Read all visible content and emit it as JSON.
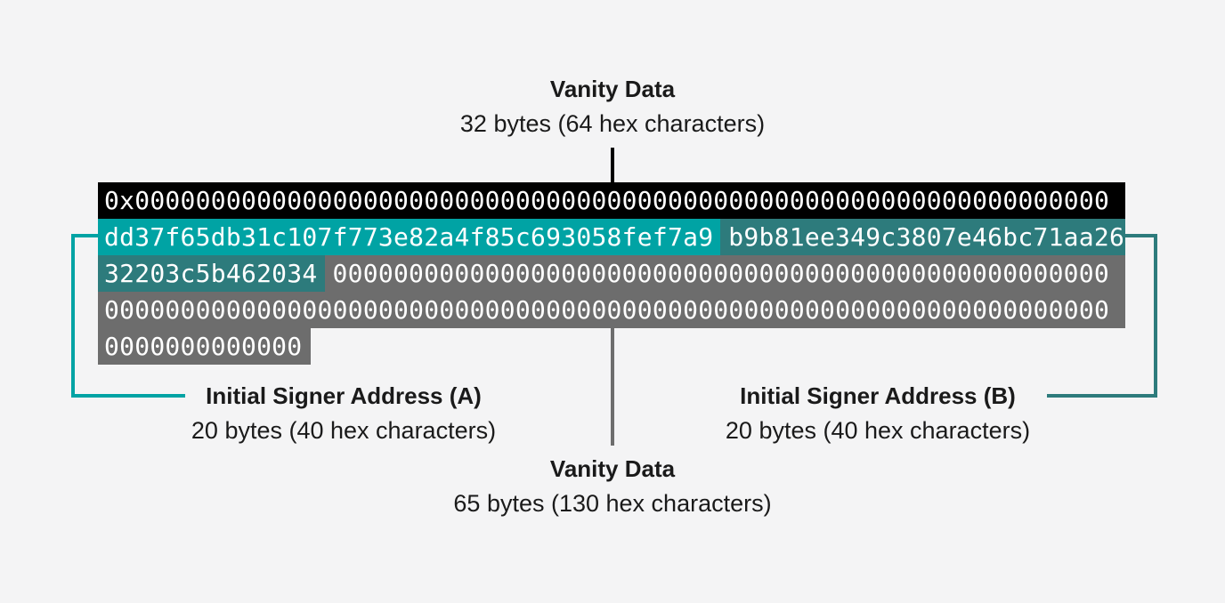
{
  "colors": {
    "background": "#f4f4f5",
    "black": "#000000",
    "teal_bright": "#00a3a4",
    "teal_dark": "#2d7b7c",
    "gray": "#6d6d6d",
    "label_text": "#1a1a1a",
    "hex_text": "#ffffff"
  },
  "top_label": {
    "title": "Vanity Data",
    "subtitle": "32 bytes (64 hex characters)"
  },
  "label_a": {
    "title": "Initial Signer Address (A)",
    "subtitle": "20 bytes (40 hex characters)"
  },
  "label_b": {
    "title": "Initial Signer Address (B)",
    "subtitle": "20 bytes (40 hex characters)"
  },
  "bottom_label": {
    "title": "Vanity Data",
    "subtitle": "65 bytes (130 hex characters)"
  },
  "hex_rows": [
    {
      "name": "prefix-and-vanity-32",
      "fill": true,
      "segments": [
        {
          "color": "black",
          "text": "0x0000000000000000000000000000000000000000000000000000000000000000"
        }
      ]
    },
    {
      "name": "signer-a-and-signer-b-start",
      "fill": true,
      "segments": [
        {
          "color": "teal_bright",
          "text": "dd37f65db31c107f773e82a4f85c693058fef7a9"
        },
        {
          "color": "teal_dark",
          "text": "b9b81ee349c3807e46bc71aa26"
        }
      ]
    },
    {
      "name": "signer-b-end-and-zeros",
      "fill": true,
      "segments": [
        {
          "color": "teal_dark",
          "text": "32203c5b462034"
        },
        {
          "color": "gray",
          "text": "000000000000000000000000000000000000000000000000000"
        }
      ]
    },
    {
      "name": "zeros-full-row",
      "fill": true,
      "segments": [
        {
          "color": "gray",
          "text": "000000000000000000000000000000000000000000000000000000000000000000"
        }
      ]
    },
    {
      "name": "zeros-tail",
      "fill": false,
      "segments": [
        {
          "color": "gray",
          "text": "0000000000000"
        }
      ]
    }
  ]
}
